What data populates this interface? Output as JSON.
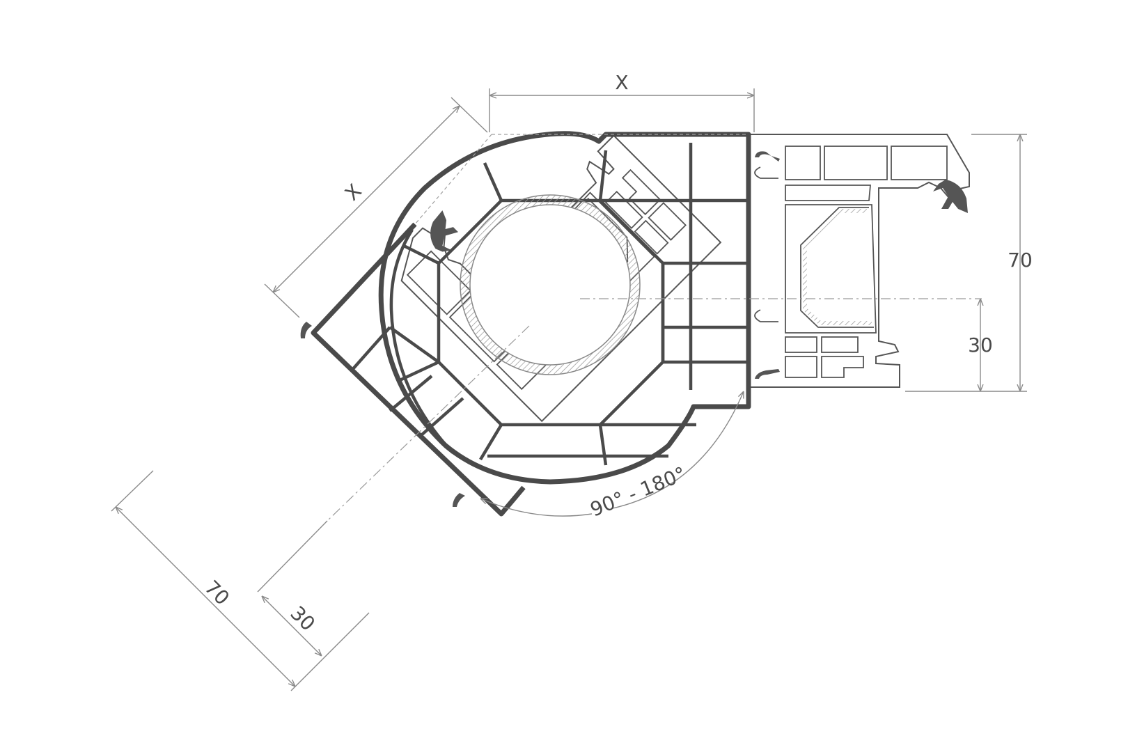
{
  "labels": {
    "top_x": "X",
    "diag_x": "X",
    "right_70": "70",
    "right_30": "30",
    "left_70": "70",
    "left_30": "30",
    "angle": "90° - 180°"
  },
  "colors": {
    "stroke_dark": "#4a4a4a",
    "stroke_dim": "#8a8a8a",
    "background": "#ffffff"
  }
}
